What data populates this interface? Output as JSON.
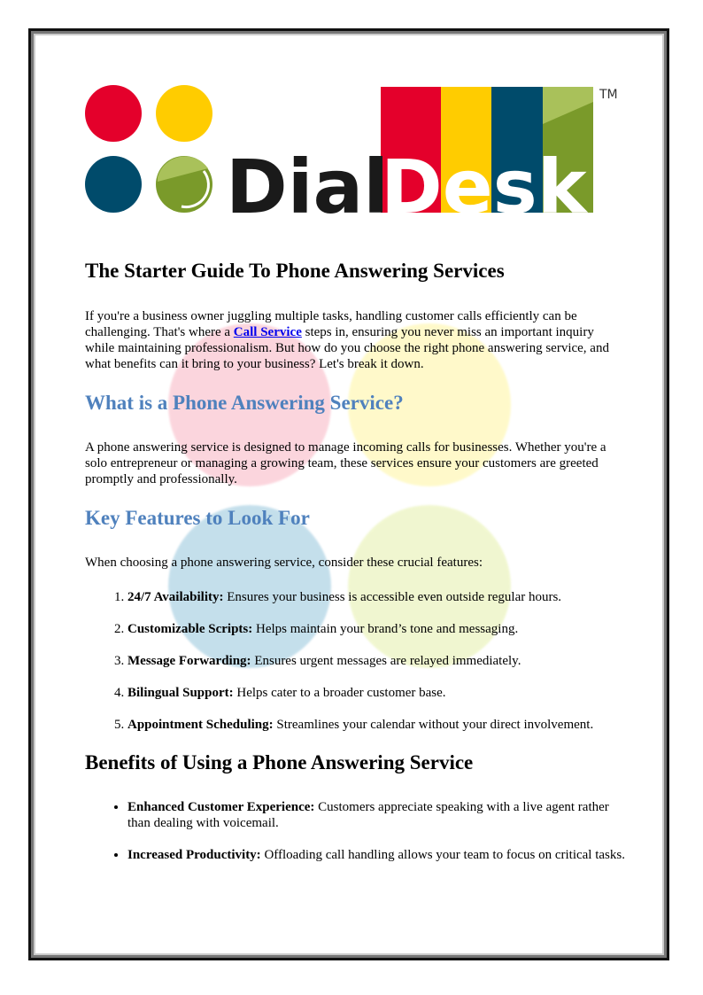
{
  "logo": {
    "text_dial": "Dial",
    "text_desk": "Desk",
    "trademark": "TM",
    "colors": {
      "red": "#e4002b",
      "yellow": "#ffcc00",
      "blue": "#004b6b",
      "green": "#7a9a2a"
    }
  },
  "title": "The Starter Guide To Phone Answering Services",
  "intro": {
    "before": "If you're a business owner juggling multiple tasks, handling customer calls efficiently can be challenging. That's where a ",
    "link": "Call Service",
    "after": " steps in, ensuring you never miss an important inquiry while maintaining professionalism. But how do you choose the right phone answering service, and what benefits can it bring to your business? Let's break it down."
  },
  "section1": {
    "heading": "What is a Phone Answering Service?",
    "text": "A phone answering service is designed to manage incoming calls for businesses. Whether you're a solo entrepreneur or managing a growing team, these services ensure your customers are greeted promptly and professionally."
  },
  "section2": {
    "heading": "Key Features to Look For",
    "intro": "When choosing a phone answering service, consider these crucial features:",
    "items": [
      {
        "bold": "24/7 Availability:",
        "text": " Ensures your business is accessible even outside regular hours."
      },
      {
        "bold": "Customizable Scripts:",
        "text": " Helps maintain your brand’s tone and messaging."
      },
      {
        "bold": "Message Forwarding:",
        "text": " Ensures urgent messages are relayed immediately."
      },
      {
        "bold": "Bilingual Support:",
        "text": " Helps cater to a broader customer base."
      },
      {
        "bold": "Appointment Scheduling:",
        "text": " Streamlines your calendar without your direct involvement."
      }
    ]
  },
  "section3": {
    "heading": "Benefits of Using a Phone Answering Service",
    "items": [
      {
        "bold": "Enhanced Customer Experience:",
        "text": " Customers appreciate speaking with a live agent rather than dealing with voicemail."
      },
      {
        "bold": "Increased Productivity:",
        "text": " Offloading call handling allows your team to focus on critical tasks."
      }
    ]
  }
}
